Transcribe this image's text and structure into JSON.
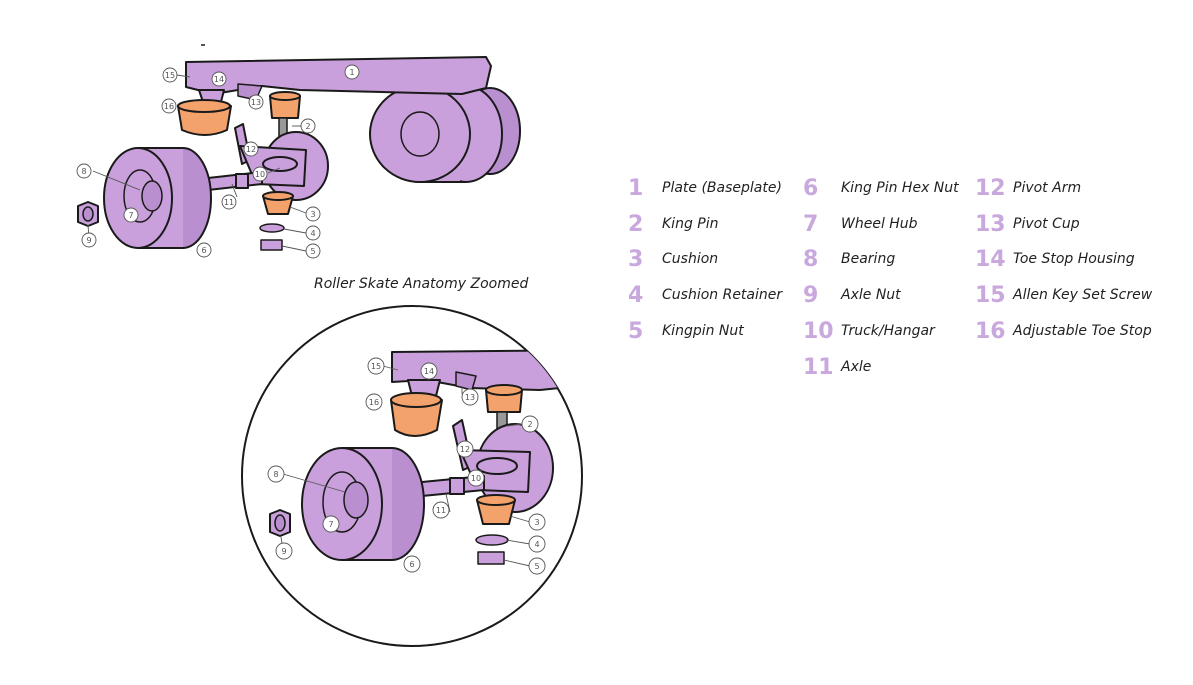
{
  "caption": "Roller Skate Anatomy Zoomed",
  "colors": {
    "purple": "#c9a0dc",
    "purple_dark": "#b98fcf",
    "orange": "#f4a26b",
    "outline": "#1a1a1a",
    "legend_number": "#c9a8dd"
  },
  "icons": {
    "callout": "circled-number",
    "skate_top": "roller-skate-exploded-view",
    "skate_zoom": "roller-skate-zoomed-view"
  },
  "callouts": [
    "1",
    "2",
    "3",
    "4",
    "5",
    "6",
    "7",
    "8",
    "9",
    "10",
    "11",
    "12",
    "13",
    "14",
    "15",
    "16"
  ],
  "legend": [
    {
      "num": "1",
      "label": "Plate (Baseplate)"
    },
    {
      "num": "2",
      "label": "King Pin"
    },
    {
      "num": "3",
      "label": "Cushion"
    },
    {
      "num": "4",
      "label": "Cushion Retainer"
    },
    {
      "num": "5",
      "label": "Kingpin Nut"
    },
    {
      "num": "6",
      "label": "King Pin Hex Nut"
    },
    {
      "num": "7",
      "label": "Wheel Hub"
    },
    {
      "num": "8",
      "label": "Bearing"
    },
    {
      "num": "9",
      "label": "Axle Nut"
    },
    {
      "num": "10",
      "label": "Truck/Hangar"
    },
    {
      "num": "11",
      "label": "Axle"
    },
    {
      "num": "12",
      "label": "Pivot Arm"
    },
    {
      "num": "13",
      "label": "Pivot Cup"
    },
    {
      "num": "14",
      "label": "Toe Stop Housing"
    },
    {
      "num": "15",
      "label": "Allen Key Set Screw"
    },
    {
      "num": "16",
      "label": "Adjustable Toe Stop"
    }
  ]
}
